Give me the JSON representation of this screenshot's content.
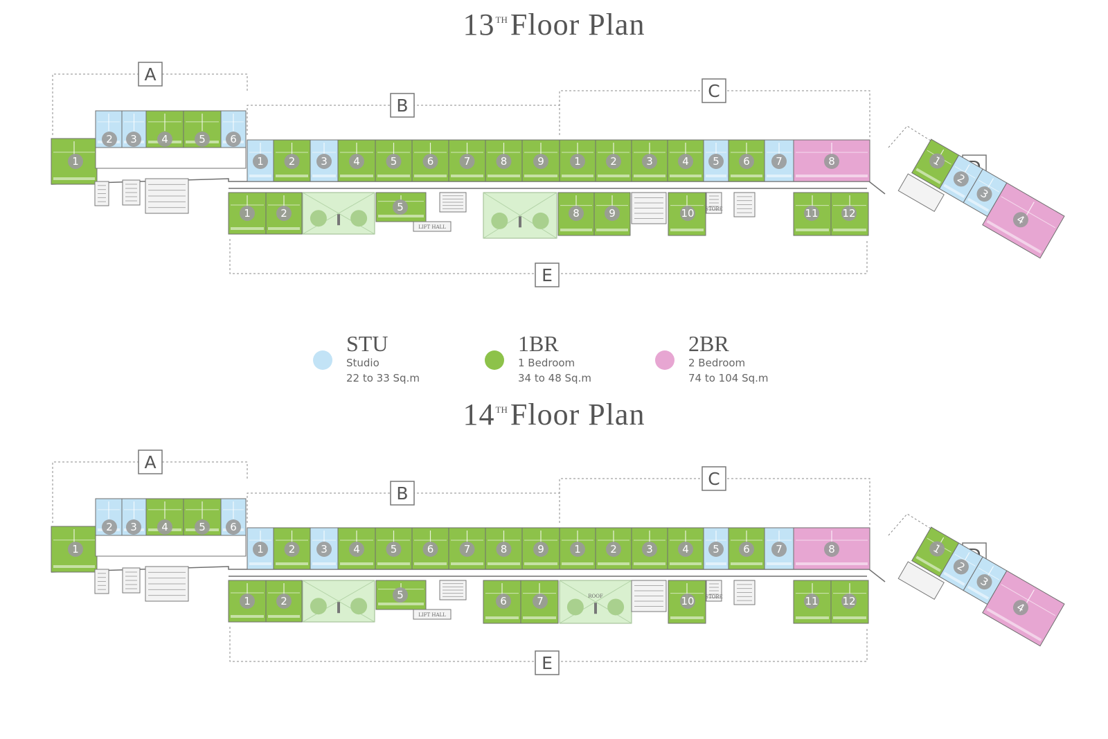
{
  "plans": [
    {
      "title_num": "13",
      "title_sup": "TH",
      "title_text": "Floor Plan",
      "sections": [
        "A",
        "B",
        "C",
        "D",
        "E"
      ],
      "wing_a": [
        "1",
        "2",
        "3",
        "4",
        "5",
        "6"
      ],
      "wing_b": [
        "1",
        "2",
        "3",
        "4",
        "5",
        "6",
        "7",
        "8",
        "9"
      ],
      "wing_c": [
        "1",
        "2",
        "3",
        "4",
        "5",
        "6",
        "7",
        "8"
      ],
      "wing_d": [
        "1",
        "2",
        "3",
        "4"
      ],
      "wing_e": [
        "1",
        "2",
        "5",
        "8",
        "9",
        "10",
        "11",
        "12"
      ],
      "lift_label": "LIFT HALL",
      "store_label": "STORE"
    },
    {
      "title_num": "14",
      "title_sup": "TH",
      "title_text": "Floor Plan",
      "sections": [
        "A",
        "B",
        "C",
        "D",
        "E"
      ],
      "wing_a": [
        "1",
        "2",
        "3",
        "4",
        "5",
        "6"
      ],
      "wing_b": [
        "1",
        "2",
        "3",
        "4",
        "5",
        "6",
        "7",
        "8",
        "9"
      ],
      "wing_c": [
        "1",
        "2",
        "3",
        "4",
        "5",
        "6",
        "7",
        "8"
      ],
      "wing_d": [
        "1",
        "2",
        "3",
        "4"
      ],
      "wing_e": [
        "1",
        "2",
        "5",
        "6",
        "7",
        "10",
        "11",
        "12"
      ],
      "lift_label": "LIFT HALL",
      "store_label": "STORE",
      "roof_label": "ROOF"
    }
  ],
  "legend": [
    {
      "code": "STU",
      "name": "Studio",
      "range": "22 to 33 Sq.m",
      "color": "#c2e3f6"
    },
    {
      "code": "1BR",
      "name": "1 Bedroom",
      "range": "34 to 48 Sq.m",
      "color": "#8dc24a"
    },
    {
      "code": "2BR",
      "name": "2 Bedroom",
      "range": "74 to 104 Sq.m",
      "color": "#e7a6d2"
    }
  ],
  "colors": {
    "studio": "#c2e3f6",
    "one_bed": "#8dc24a",
    "two_bed": "#e7a6d2",
    "garden": "#d9f0cf",
    "badge": "#9a9a9a"
  }
}
